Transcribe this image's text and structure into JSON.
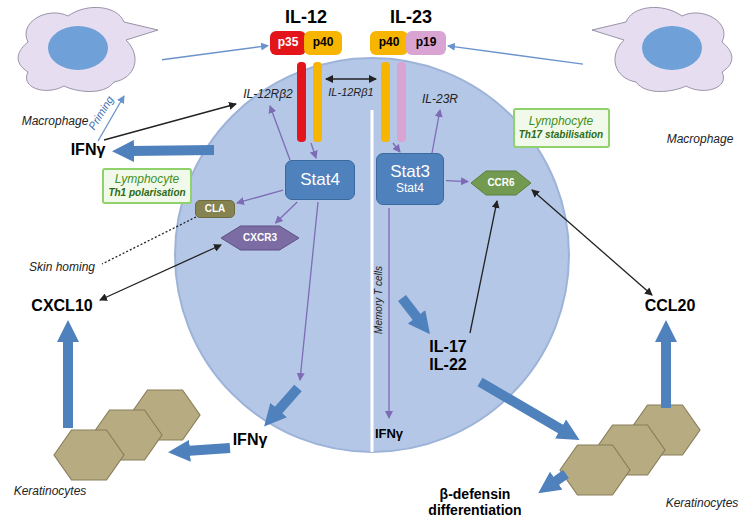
{
  "diagram": {
    "nodes": [
      {
        "text": [
          "Macrophage"
        ]
      },
      {
        "text": [
          "p35"
        ]
      },
      {
        "text": [
          "p40"
        ]
      },
      {
        "text": [
          "p40"
        ]
      },
      {
        "text": [
          "p19"
        ]
      },
      {
        "text": [
          "Macrophage"
        ]
      },
      {
        "text": [
          "Memory T cells",
          "IFNγ"
        ]
      },
      {
        "text": [
          "Stat4"
        ],
        "in": 6
      },
      {
        "text": [
          "Stat3",
          "Stat4"
        ],
        "in": 6
      },
      {
        "text": [
          "CLA"
        ],
        "in": 6
      },
      {
        "text": [
          "CXCR3"
        ],
        "in": 6
      },
      {
        "text": [
          "CCR6"
        ],
        "in": 6
      },
      {
        "text": [
          "Lymphocyte",
          "Th1 polarisation"
        ]
      },
      {
        "text": [
          "Lymphocyte",
          "Th17 stabilisation"
        ]
      },
      {
        "text": [
          "Keratinocytes"
        ]
      },
      {
        "text": [
          "Keratinocytes"
        ]
      }
    ],
    "edges": [
      {
        "from": 0,
        "to": 1,
        "arrow": "to"
      },
      {
        "from": 5,
        "to": 4,
        "arrow": "to"
      },
      {
        "from": 7,
        "to": 9,
        "arrow": "to"
      },
      {
        "from": 7,
        "to": 10,
        "arrow": "to"
      },
      {
        "from": 8,
        "to": 11,
        "arrow": "to"
      }
    ],
    "labels": [
      "IL-12",
      "IL-23",
      "IL-12Rβ2",
      "IL-12Rβ1",
      "IL-23R",
      "IFNγ",
      "Priming",
      "Skin homing",
      "CXCL10",
      "IFNγ",
      "IL-17 IL-22",
      "β-defensin differentiation",
      "CCL20"
    ]
  }
}
